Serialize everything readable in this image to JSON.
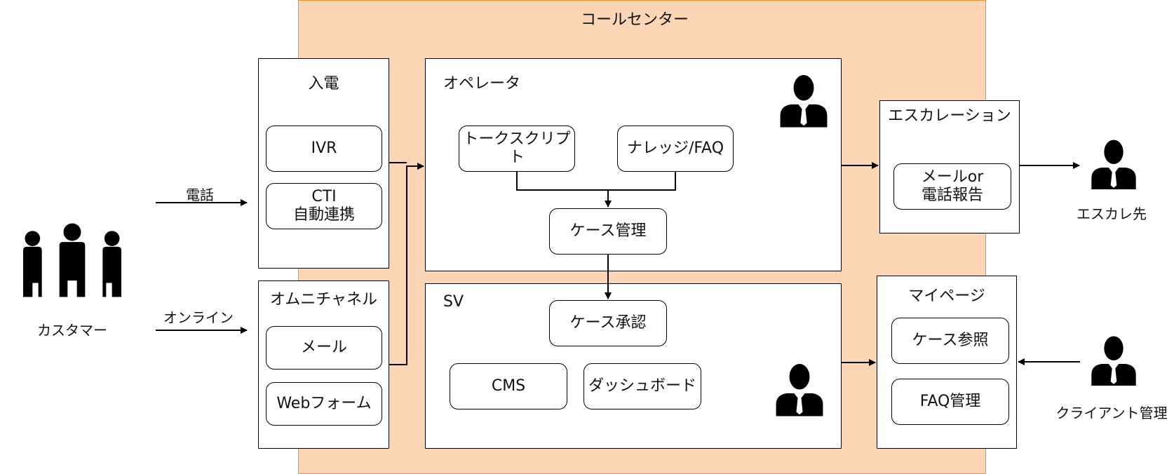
{
  "call_center": {
    "title": "コールセンター"
  },
  "customer": {
    "label": "カスタマー",
    "icon": "customers-group-icon"
  },
  "channels": {
    "phone_label": "電話",
    "online_label": "オンライン"
  },
  "incoming": {
    "title": "入電",
    "items": [
      "IVR",
      "CTI\n自動連携"
    ]
  },
  "omnichannel": {
    "title": "オムニチャネル",
    "items": [
      "メール",
      "Webフォーム"
    ]
  },
  "operator": {
    "title": "オペレータ",
    "icon": "operator-person-icon",
    "items": [
      "トークスクリプト",
      "ナレッジ/FAQ",
      "ケース管理"
    ]
  },
  "sv": {
    "title": "SV",
    "icon": "supervisor-person-icon",
    "items": [
      "ケース承認",
      "CMS",
      "ダッシュボード"
    ]
  },
  "escalation": {
    "title": "エスカレーション",
    "items": [
      "メールor\n電話報告"
    ]
  },
  "escalation_target": {
    "label": "エスカレ先",
    "icon": "escalation-person-icon"
  },
  "mypage": {
    "title": "マイページ",
    "items": [
      "ケース参照",
      "FAQ管理"
    ]
  },
  "client_admin": {
    "label": "クライアント管理",
    "icon": "client-person-icon"
  },
  "colors": {
    "region_fill": "#fcd5b5",
    "region_border": "#f0913a",
    "box_border": "#000000",
    "icon": "#000000"
  }
}
